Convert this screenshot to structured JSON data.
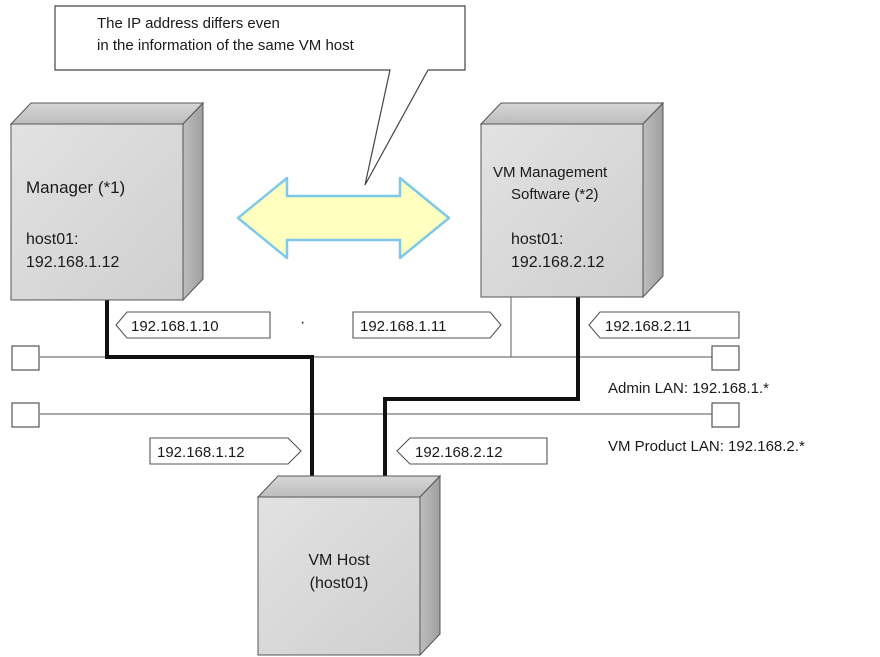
{
  "callout": {
    "line1": "The IP address differs even",
    "line2": "in the information of the same VM host"
  },
  "manager": {
    "title": "Manager (*1)",
    "host_label": "host01:",
    "host_ip": "192.168.1.12"
  },
  "vm_management": {
    "title_line1": "VM Management",
    "title_line2": "Software (*2)",
    "host_label": "host01:",
    "host_ip": "192.168.2.12"
  },
  "vm_host": {
    "title_line1": "VM Host",
    "title_line2": "(host01)"
  },
  "ip_tags": {
    "manager_admin": "192.168.1.10",
    "vmm_admin": "192.168.1.11",
    "vmm_product": "192.168.2.11",
    "host_admin": "192.168.1.12",
    "host_product": "192.168.2.12"
  },
  "networks": {
    "admin_lan": "Admin LAN: 192.168.1.*",
    "vm_product_lan": "VM Product LAN: 192.168.2.*"
  },
  "stray_mark": "·",
  "colors": {
    "arrow_fill": "#ffffc0",
    "arrow_stroke": "#7ec8e8",
    "box_front": "#d9d9d9",
    "box_top": "#c4c4c4",
    "box_side": "#b3b3b3"
  }
}
